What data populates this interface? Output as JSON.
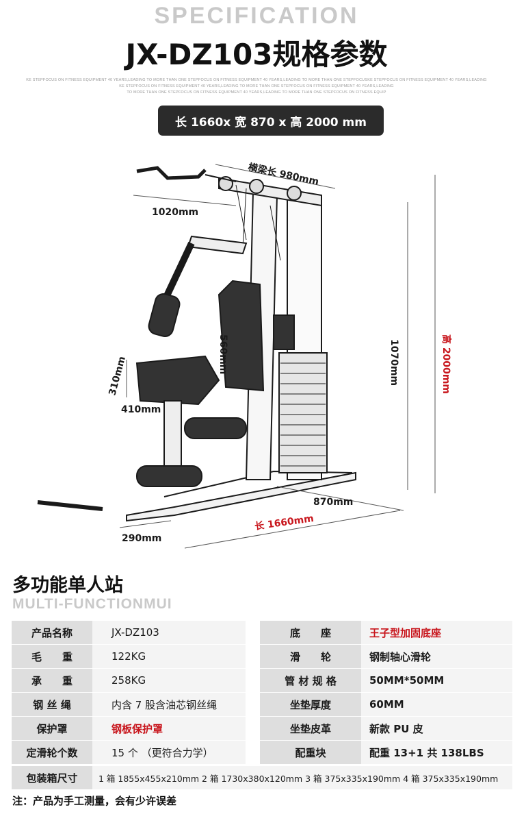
{
  "header": {
    "title_en": "SPECIFICATION",
    "title_cn": "JX-DZ103规格参数",
    "fine_print": [
      "KE STEPFOCUS ON  FITNESS EQUIPMENT 40 YEARS,LEADING TO MORE THAN ONE STEPFOCUS ON  FITNESS EQUIPMENT 40 YEARS,LEADING TO MORE THAN ONE STEPFOCUSKE STEPFOCUS ON  FITNESS EQUIPMENT 40 YEARS,LEADING",
      "KE STEPFOCUS ON  FITNESS EQUIPMENT 40 YEARS,LEADING TO MORE THAN ONE STEPFOCUS ON  FITNESS EQUIPMENT 40 YEARS,LEADING",
      "TO MORE THAN ONE STEPFOCUS ON  FITNESS EQUIPMENT 40 YEARS,LEADING TO MORE THAN ONE STEPFOCUS ON  FITNESS EQUIP"
    ],
    "dimension_bar": "长 1660x 宽 870 x 高 2000 mm"
  },
  "diagram_labels": {
    "beam": "横梁长 980mm",
    "top_arm": "1020mm",
    "backrest": "560mm",
    "seat_height": "310mm",
    "seat_width": "410mm",
    "frame_height": "1070mm",
    "total_height": "高 2000mm",
    "width": "870mm",
    "length": "长 1660mm",
    "foot": "290mm"
  },
  "section": {
    "title_cn": "多功能单人站",
    "title_en": "MULTI-FUNCTIONMUI"
  },
  "specs": [
    {
      "k1": "产品名称",
      "v1": "JX-DZ103",
      "k2": "底　　座",
      "v2": "王子型加固底座"
    },
    {
      "k1": "毛　　重",
      "v1": "122KG",
      "k2": "滑　　轮",
      "v2": "钢制轴心滑轮"
    },
    {
      "k1": "承　　重",
      "v1": "258KG",
      "k2": "管 材 规 格",
      "v2": "50MM*50MM"
    },
    {
      "k1": "钢 丝 绳",
      "v1": "内含 7 股含油芯钢丝绳",
      "k2": "坐垫厚度",
      "v2": "60MM"
    },
    {
      "k1": "保护罩",
      "v1": "钢板保护罩",
      "k2": "坐垫皮革",
      "v2": "新款 PU 皮"
    },
    {
      "k1": "定滑轮个数",
      "v1": "15 个 （更符合力学）",
      "k2": "配重块",
      "v2": "配重 13+1 共 138LBS"
    }
  ],
  "packing": {
    "label": "包装箱尺寸",
    "value": "1 箱 1855x455x210mm  2 箱 1730x380x120mm 3 箱 375x335x190mm  4 箱 375x335x190mm"
  },
  "note": "注：产品为手工测量，会有少许误差",
  "colors": {
    "accent_red": "#c8161d",
    "dark_bar": "#2b2b2b",
    "label_bg": "#dedede",
    "value_bg": "#f4f4f4"
  }
}
